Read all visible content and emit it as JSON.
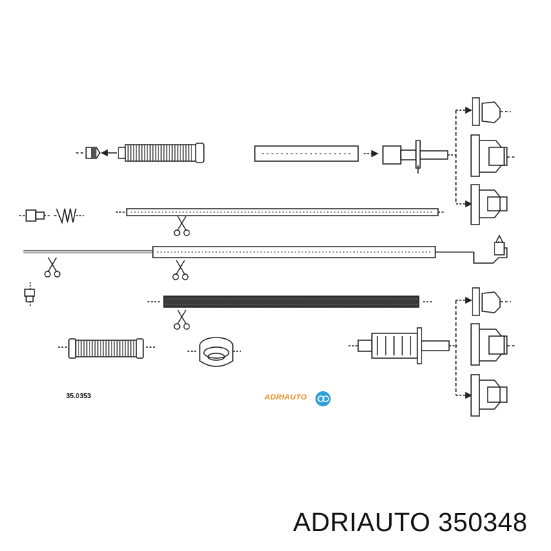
{
  "diagram": {
    "part_number_label": "35.0353",
    "logo_text": "ADRIAUTO",
    "caption": "ADRIAUTO 350348"
  },
  "colors": {
    "ink": "#222222",
    "logo_orange": "#f08a1c",
    "logo_blue": "#2a9fd8",
    "background": "#ffffff"
  },
  "icons": [
    "scissors-icon",
    "arrow-left-icon",
    "arrow-right-icon"
  ]
}
